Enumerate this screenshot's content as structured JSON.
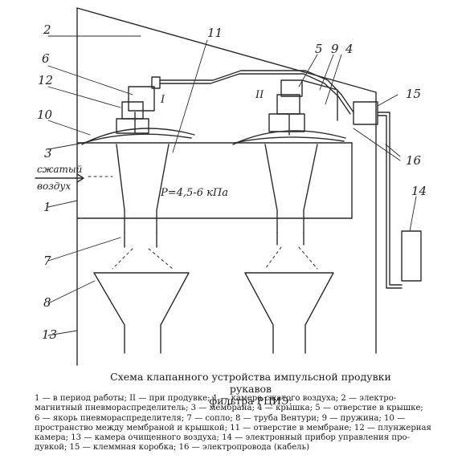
{
  "labels": {
    "n1": "1",
    "n2": "2",
    "n3": "3",
    "n4": "4",
    "n5": "5",
    "n6": "6",
    "n7": "7",
    "n8": "8",
    "n9": "9",
    "n10": "10",
    "n11": "11",
    "n12": "12",
    "n13": "13",
    "n14": "14",
    "n15": "15",
    "n16": "16",
    "roman1": "I",
    "roman2": "II",
    "air_line1": "сжатый",
    "air_line2": "воздух",
    "pressure": "P=4,5-6 кПа"
  },
  "caption": {
    "title": "Схема клапанного устройства импульсной продувки рукавов\nфильтра РЦИЭ:",
    "legend": "1 — в период работы; II — при продувке; 1 — камера сжатого воздуха; 2 — электро-\nмагнитный пневмораспределитель; 3 — мембрана; 4 — крышка; 5 — отверстие в крышке;\n6 — якорь пневмораспределителя; 7 — сопло; 8 — труба Вентури; 9 — пружина; 10 —\nпространство между мембраной и крышкой; 11 — отверстие в мембране; 12 — плунжерная\nкамера; 13 — камера очищенного воздуха; 14 — электронный прибор управления про-\nдувкой; 15 — клеммная коробка; 16 — электропровода (кабель)"
  },
  "colors": {
    "ink": "#2a2a2a",
    "paper": "#ffffff"
  }
}
